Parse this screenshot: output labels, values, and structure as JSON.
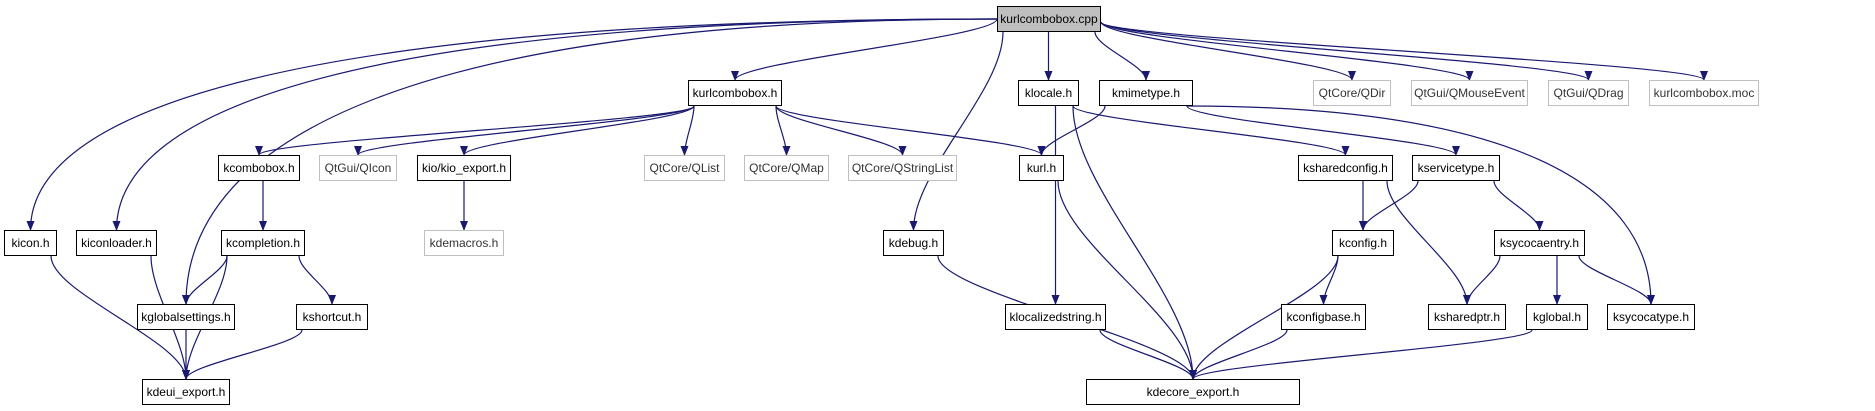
{
  "colors": {
    "edge": "#191970",
    "root_fill": "#bfbfbf",
    "external_border": "#bfbfbf",
    "node_border": "#000000"
  },
  "nodes": {
    "cpp": {
      "label": "kurlcombobox.cpp",
      "kind": "root"
    },
    "kurlcombobox_h": {
      "label": "kurlcombobox.h",
      "kind": "doc"
    },
    "klocale": {
      "label": "klocale.h",
      "kind": "doc"
    },
    "kmimetype": {
      "label": "kmimetype.h",
      "kind": "doc"
    },
    "qdir": {
      "label": "QtCore/QDir",
      "kind": "ext"
    },
    "qmouseevent": {
      "label": "QtGui/QMouseEvent",
      "kind": "ext"
    },
    "qdrag": {
      "label": "QtGui/QDrag",
      "kind": "ext"
    },
    "moc": {
      "label": "kurlcombobox.moc",
      "kind": "ext"
    },
    "kcombobox": {
      "label": "kcombobox.h",
      "kind": "doc"
    },
    "qicon": {
      "label": "QtGui/QIcon",
      "kind": "ext"
    },
    "kio_export": {
      "label": "kio/kio_export.h",
      "kind": "doc"
    },
    "qlist": {
      "label": "QtCore/QList",
      "kind": "ext"
    },
    "qmap": {
      "label": "QtCore/QMap",
      "kind": "ext"
    },
    "qstringlist": {
      "label": "QtCore/QStringList",
      "kind": "ext"
    },
    "kurl": {
      "label": "kurl.h",
      "kind": "doc"
    },
    "ksharedconfig": {
      "label": "ksharedconfig.h",
      "kind": "doc"
    },
    "kservicetype": {
      "label": "kservicetype.h",
      "kind": "doc"
    },
    "kicon": {
      "label": "kicon.h",
      "kind": "doc"
    },
    "kiconloader": {
      "label": "kiconloader.h",
      "kind": "doc"
    },
    "kcompletion": {
      "label": "kcompletion.h",
      "kind": "doc"
    },
    "kdemacros": {
      "label": "kdemacros.h",
      "kind": "ext"
    },
    "kdebug": {
      "label": "kdebug.h",
      "kind": "doc"
    },
    "kconfig": {
      "label": "kconfig.h",
      "kind": "doc"
    },
    "ksycocaentry": {
      "label": "ksycocaentry.h",
      "kind": "doc"
    },
    "kglobalsettings": {
      "label": "kglobalsettings.h",
      "kind": "doc"
    },
    "kshortcut": {
      "label": "kshortcut.h",
      "kind": "doc"
    },
    "klocalizedstring": {
      "label": "klocalizedstring.h",
      "kind": "doc"
    },
    "kconfigbase": {
      "label": "kconfigbase.h",
      "kind": "doc"
    },
    "ksharedptr": {
      "label": "ksharedptr.h",
      "kind": "doc"
    },
    "kglobal": {
      "label": "kglobal.h",
      "kind": "doc"
    },
    "ksycocatype": {
      "label": "ksycocatype.h",
      "kind": "doc"
    },
    "kdeui_export": {
      "label": "kdeui_export.h",
      "kind": "doc"
    },
    "kdecore_export": {
      "label": "kdecore_export.h",
      "kind": "doc"
    }
  },
  "edges": [
    [
      "cpp",
      "kicon"
    ],
    [
      "cpp",
      "kiconloader"
    ],
    [
      "cpp",
      "kglobalsettings"
    ],
    [
      "cpp",
      "kurlcombobox_h"
    ],
    [
      "cpp",
      "kdebug"
    ],
    [
      "cpp",
      "klocale"
    ],
    [
      "cpp",
      "kmimetype"
    ],
    [
      "cpp",
      "qdir"
    ],
    [
      "cpp",
      "qmouseevent"
    ],
    [
      "cpp",
      "qdrag"
    ],
    [
      "cpp",
      "moc"
    ],
    [
      "kurlcombobox_h",
      "kcombobox"
    ],
    [
      "kurlcombobox_h",
      "qicon"
    ],
    [
      "kurlcombobox_h",
      "kio_export"
    ],
    [
      "kurlcombobox_h",
      "qlist"
    ],
    [
      "kurlcombobox_h",
      "qmap"
    ],
    [
      "kurlcombobox_h",
      "qstringlist"
    ],
    [
      "kurlcombobox_h",
      "kurl"
    ],
    [
      "kcombobox",
      "kcompletion"
    ],
    [
      "kio_export",
      "kdemacros"
    ],
    [
      "kcompletion",
      "kglobalsettings"
    ],
    [
      "kcompletion",
      "kdeui_export"
    ],
    [
      "kcompletion",
      "kshortcut"
    ],
    [
      "kicon",
      "kdeui_export"
    ],
    [
      "kiconloader",
      "kdeui_export"
    ],
    [
      "kglobalsettings",
      "kdeui_export"
    ],
    [
      "kshortcut",
      "kdeui_export"
    ],
    [
      "klocale",
      "klocalizedstring"
    ],
    [
      "klocale",
      "kdecore_export"
    ],
    [
      "klocale",
      "ksharedconfig"
    ],
    [
      "kmimetype",
      "kurl"
    ],
    [
      "kmimetype",
      "kservicetype"
    ],
    [
      "kmimetype",
      "ksycocatype"
    ],
    [
      "kurl",
      "kdecore_export"
    ],
    [
      "kdebug",
      "kdecore_export"
    ],
    [
      "klocalizedstring",
      "kdecore_export"
    ],
    [
      "ksharedconfig",
      "kconfig"
    ],
    [
      "ksharedconfig",
      "ksharedptr"
    ],
    [
      "kservicetype",
      "kconfig"
    ],
    [
      "kservicetype",
      "ksycocaentry"
    ],
    [
      "kconfig",
      "kconfigbase"
    ],
    [
      "kconfig",
      "kdecore_export"
    ],
    [
      "kconfigbase",
      "kdecore_export"
    ],
    [
      "ksycocaentry",
      "ksharedptr"
    ],
    [
      "ksycocaentry",
      "kglobal"
    ],
    [
      "ksycocaentry",
      "ksycocatype"
    ],
    [
      "kglobal",
      "kdecore_export"
    ]
  ]
}
